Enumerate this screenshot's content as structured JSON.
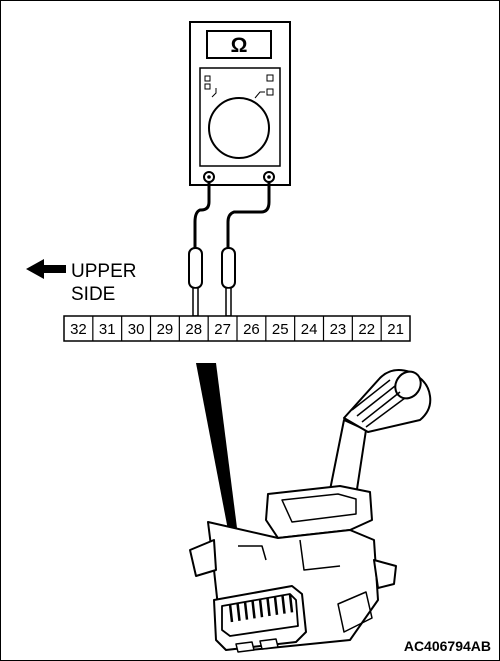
{
  "meter": {
    "display_symbol": "Ω"
  },
  "orientation": {
    "line1": "UPPER",
    "line2": "SIDE"
  },
  "connector": {
    "terminals": [
      "32",
      "31",
      "30",
      "29",
      "28",
      "27",
      "26",
      "25",
      "24",
      "23",
      "22",
      "21"
    ],
    "probed_terminals": [
      "28",
      "27"
    ]
  },
  "figure_code": "AC406794AB",
  "colors": {
    "line": "#000000",
    "background": "#ffffff"
  }
}
